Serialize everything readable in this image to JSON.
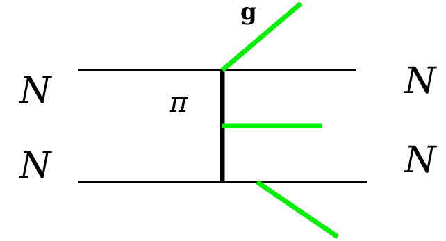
{
  "diagram": {
    "title_fragment": "g",
    "labels": {
      "nucleon_in_top": "N",
      "nucleon_in_bottom": "N",
      "nucleon_out_top": "N",
      "nucleon_out_bottom": "N",
      "exchange": "π"
    },
    "colors": {
      "nucleon_line": "#000000",
      "pion_line": "#000000",
      "emitted_line": "#00ee00",
      "background": "#ffffff"
    }
  }
}
